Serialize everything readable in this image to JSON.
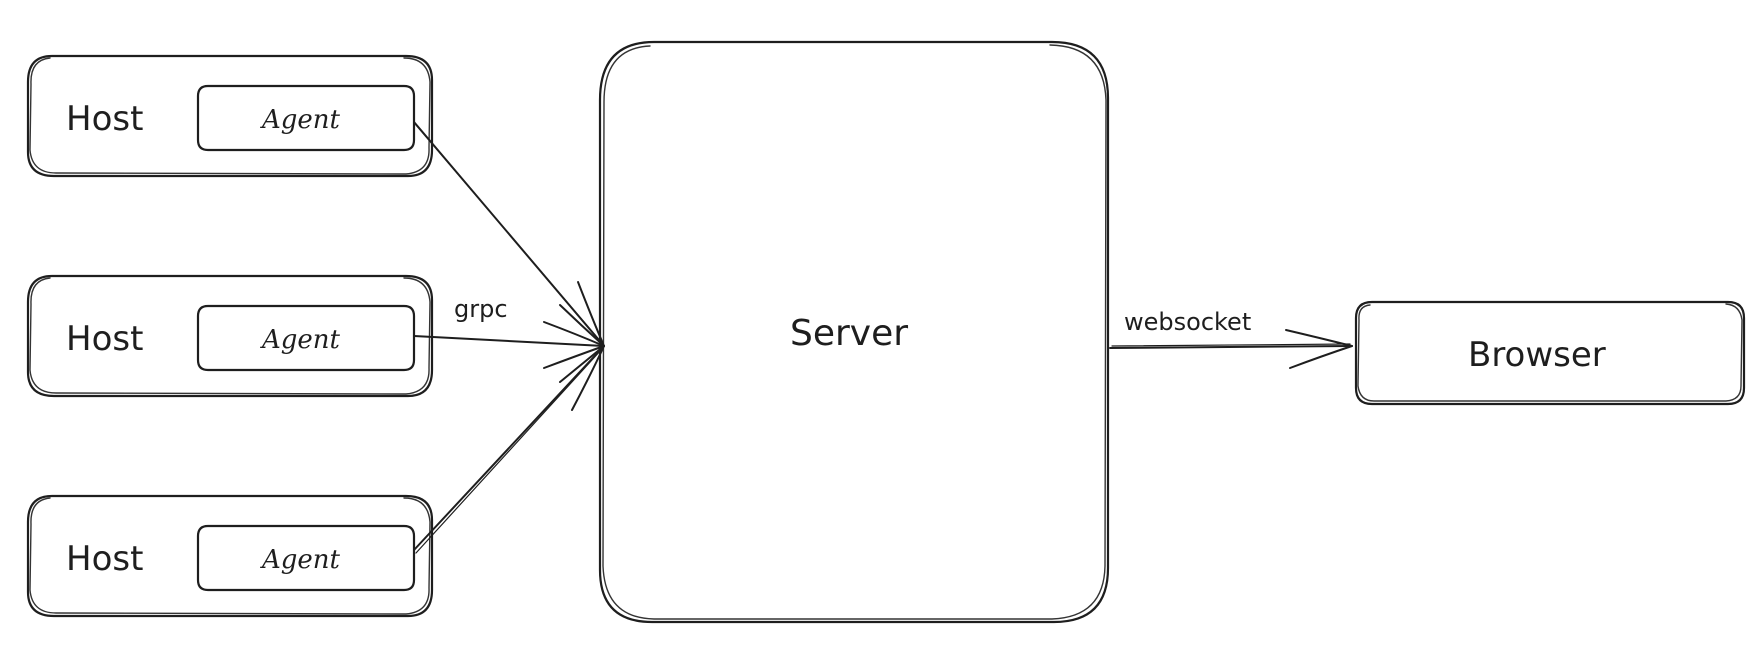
{
  "diagram": {
    "hosts": [
      {
        "label": "Host",
        "agent": "Agent"
      },
      {
        "label": "Host",
        "agent": "Agent"
      },
      {
        "label": "Host",
        "agent": "Agent"
      }
    ],
    "server": {
      "label": "Server"
    },
    "browser": {
      "label": "Browser"
    },
    "edges": {
      "agent_to_server": "grpc",
      "server_to_browser": "websocket"
    }
  }
}
